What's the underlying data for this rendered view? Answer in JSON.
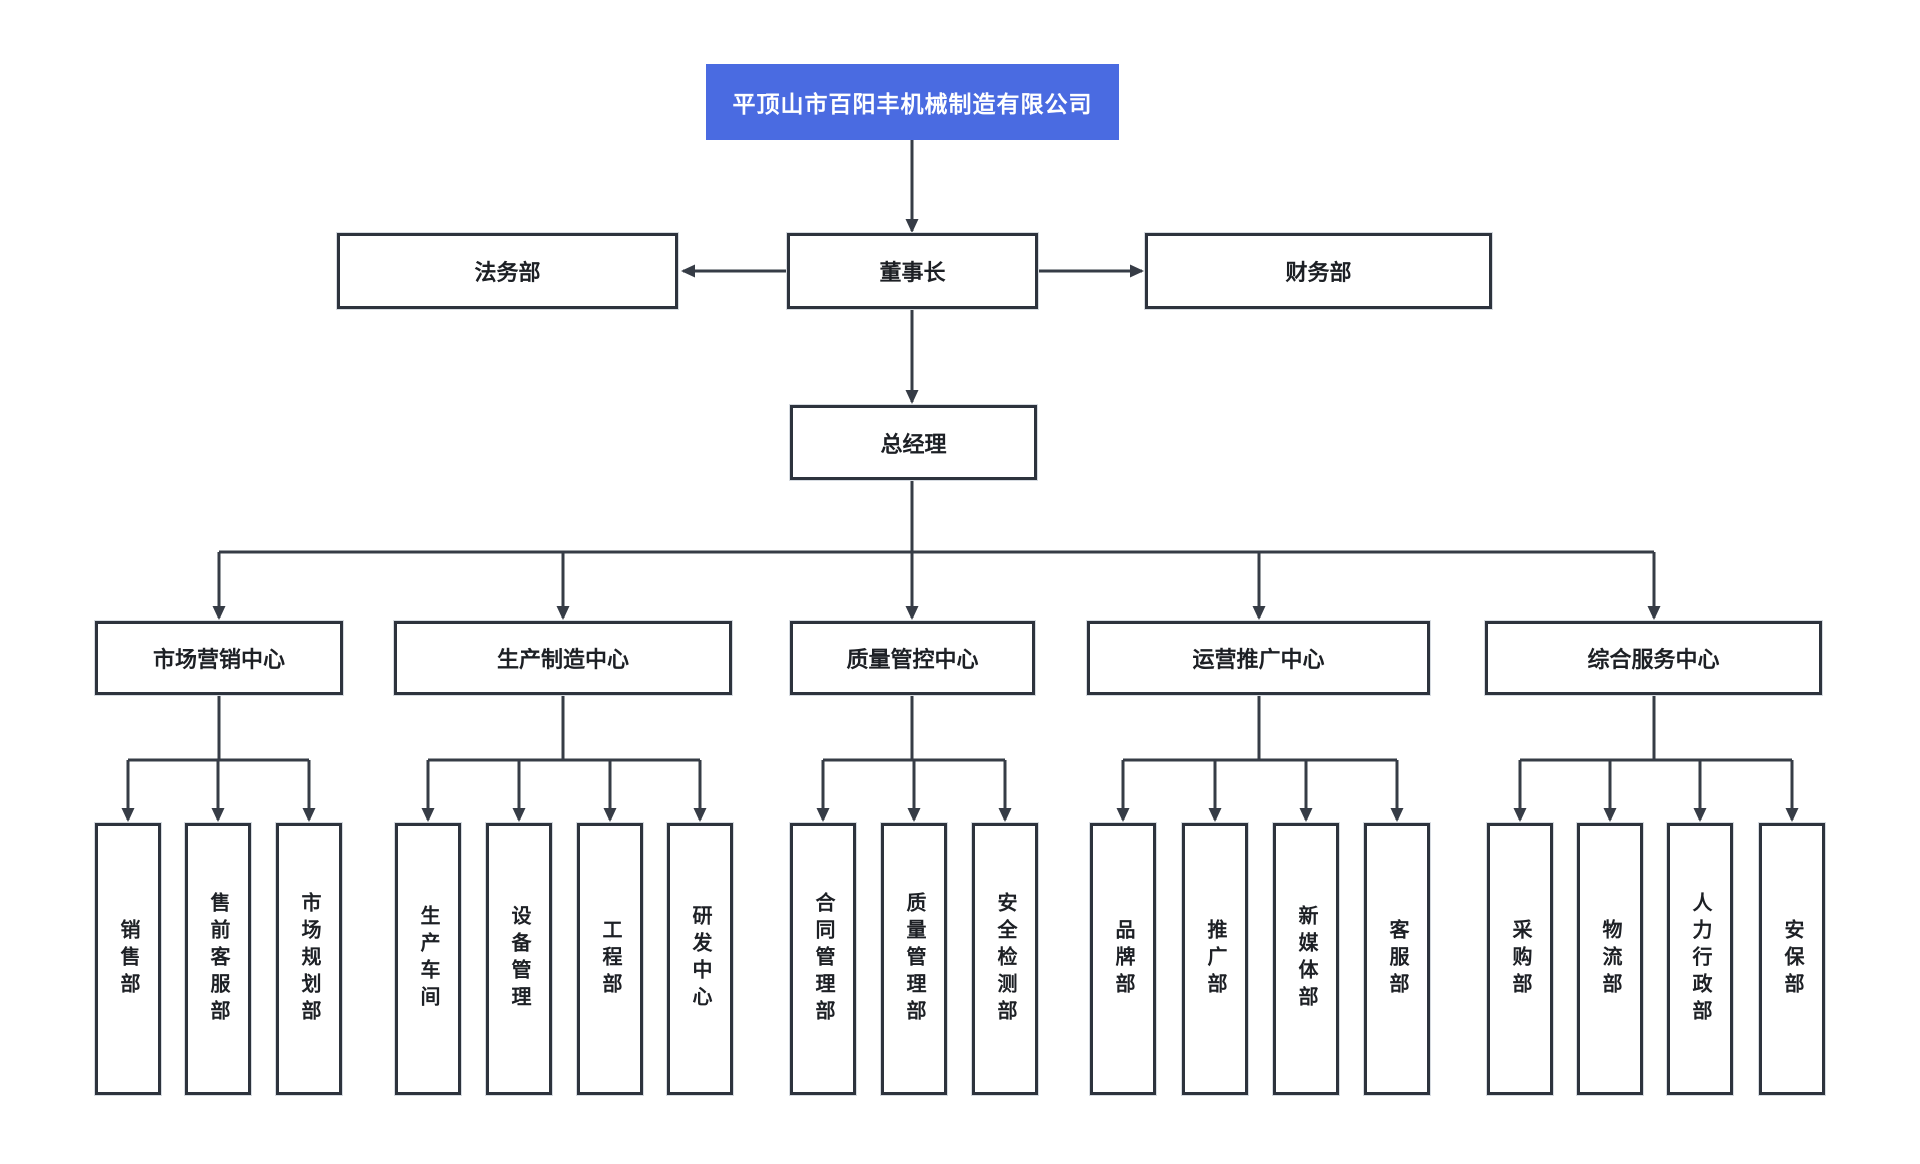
{
  "colors": {
    "page_bg": "#ffffff",
    "root_bg": "#4a6be1",
    "root_text": "#ffffff",
    "node_border": "#2d333d",
    "node_text": "#1d2025",
    "line": "#363c46"
  },
  "org": {
    "root": "平顶山市百阳丰机械制造有限公司",
    "level2": {
      "chairman": "董事长",
      "legal": "法务部",
      "finance": "财务部"
    },
    "level3": {
      "general_manager": "总经理"
    },
    "centers": [
      {
        "label": "市场营销中心",
        "departments": [
          "销售部",
          "售前客服部",
          "市场规划部"
        ]
      },
      {
        "label": "生产制造中心",
        "departments": [
          "生产车间",
          "设备管理",
          "工程部",
          "研发中心"
        ]
      },
      {
        "label": "质量管控中心",
        "departments": [
          "合同管理部",
          "质量管理部",
          "安全检测部"
        ]
      },
      {
        "label": "运营推广中心",
        "departments": [
          "品牌部",
          "推广部",
          "新媒体部",
          "客服部"
        ]
      },
      {
        "label": "综合服务中心",
        "departments": [
          "采购部",
          "物流部",
          "人力行政部",
          "安保部"
        ]
      }
    ]
  }
}
